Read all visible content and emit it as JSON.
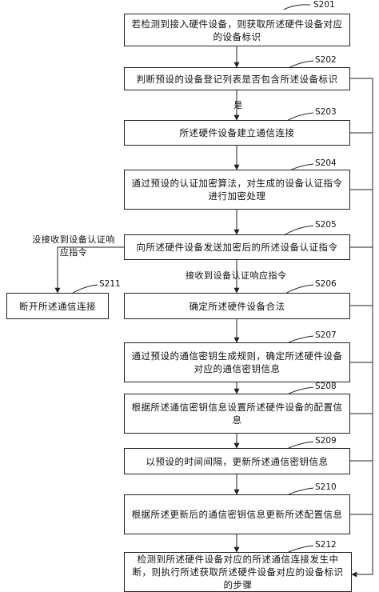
{
  "steps": [
    {
      "id": "S201",
      "text": "若检测到接入硬件设备，则获取所述硬件设备对应的设备标识"
    },
    {
      "id": "S202",
      "text": "判断预设的设备登记列表是否包含所述设备标识"
    },
    {
      "id": "S203",
      "text": "所述硬件设备建立通信连接"
    },
    {
      "id": "S204",
      "text": "通过预设的认证加密算法，对生成的设备认证指令进行加密处理"
    },
    {
      "id": "S205",
      "text": "向所述硬件设备发送加密后的所述设备认证指令"
    },
    {
      "id": "S206",
      "text": "确定所述硬件设备合法"
    },
    {
      "id": "S207",
      "text": "通过预设的通信密钥生成规则，确定所述硬件设备对应的通信密钥信息"
    },
    {
      "id": "S208",
      "text": "根据所述通信密钥信息设置所述硬件设备的配置信息"
    },
    {
      "id": "S209",
      "text": "以预设的时间间隔，更新所述通信密钥信息"
    },
    {
      "id": "S210",
      "text": "根据所述更新后的通信密钥信息更新所述配置信息"
    },
    {
      "id": "S211",
      "text": "断开所述通信连接"
    },
    {
      "id": "S212",
      "text": "检测到所述硬件设备对应的所述通信连接发生中断，则执行所述获取所述硬件设备对应的设备标识的步骤"
    }
  ],
  "edges": {
    "yes": "是",
    "received_response": "接收到设备认证响应指令",
    "no_response": "没接收到设备认证响应指令"
  }
}
